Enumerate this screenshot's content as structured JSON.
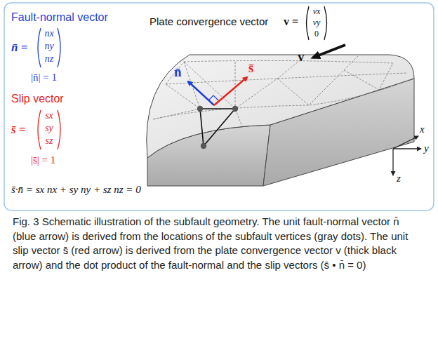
{
  "diagram": {
    "caption": "Fig. 3 Schematic illustration of the subfault geometry. The unit fault-normal vector n̄ (blue arrow) is derived from the locations of the subfault vertices (gray dots). The unit slip vector s̄ (red arrow) is derived from the plate convergence vector v (thick black arrow) and the dot product of the fault-normal and the slip vectors (s̄ • n̄ = 0)",
    "labels": [
      "Fault-normal vector",
      "n̄ =",
      "nx",
      "ny",
      "nz",
      "|n̄| = 1",
      "Slip vector",
      "s̄ =",
      "sx",
      "sy",
      "sz",
      "|s̄| = 1",
      "s̄·n̄ = sx nx + sy ny + sz nz = 0",
      "Plate convergence vector",
      "v =",
      "vx",
      "vy",
      "0",
      "n̄",
      "s̄",
      "v",
      "x",
      "y",
      "z"
    ]
  }
}
